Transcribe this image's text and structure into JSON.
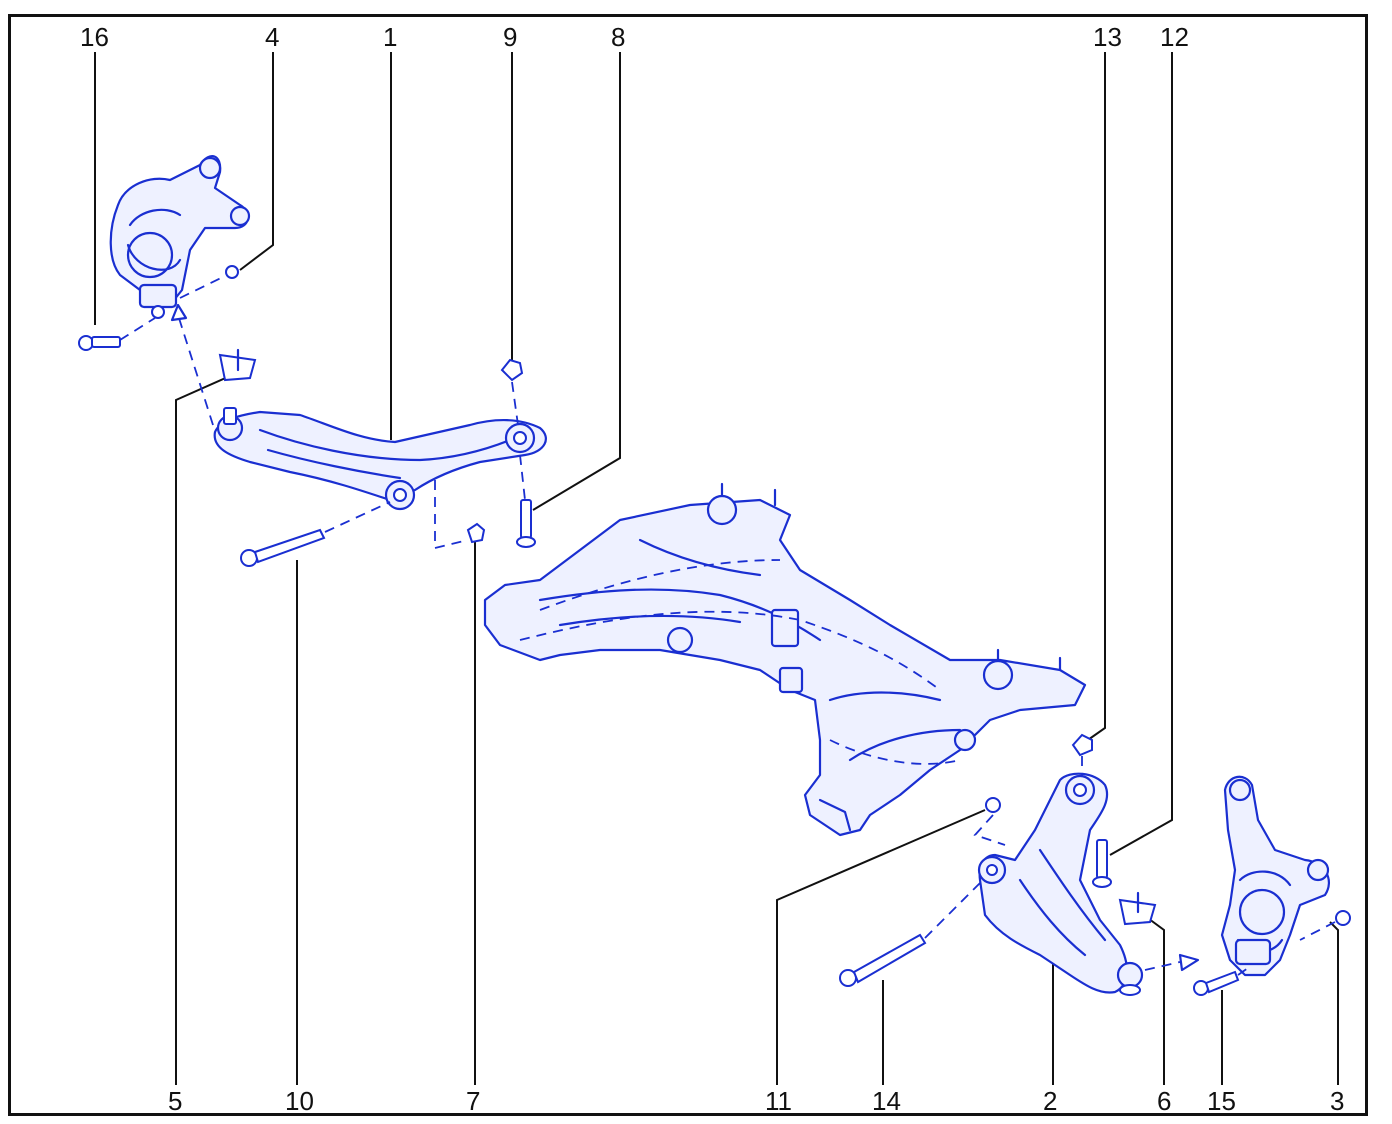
{
  "diagram": {
    "callouts": [
      {
        "id": "c16",
        "text": "16"
      },
      {
        "id": "c4",
        "text": "4"
      },
      {
        "id": "c1",
        "text": "1"
      },
      {
        "id": "c9",
        "text": "9"
      },
      {
        "id": "c8",
        "text": "8"
      },
      {
        "id": "c13",
        "text": "13"
      },
      {
        "id": "c12",
        "text": "12"
      },
      {
        "id": "c5",
        "text": "5"
      },
      {
        "id": "c10",
        "text": "10"
      },
      {
        "id": "c7",
        "text": "7"
      },
      {
        "id": "c11",
        "text": "11"
      },
      {
        "id": "c14",
        "text": "14"
      },
      {
        "id": "c2",
        "text": "2"
      },
      {
        "id": "c6",
        "text": "6"
      },
      {
        "id": "c15",
        "text": "15"
      },
      {
        "id": "c3",
        "text": "3"
      }
    ],
    "line_color": "#1a2fd1"
  }
}
